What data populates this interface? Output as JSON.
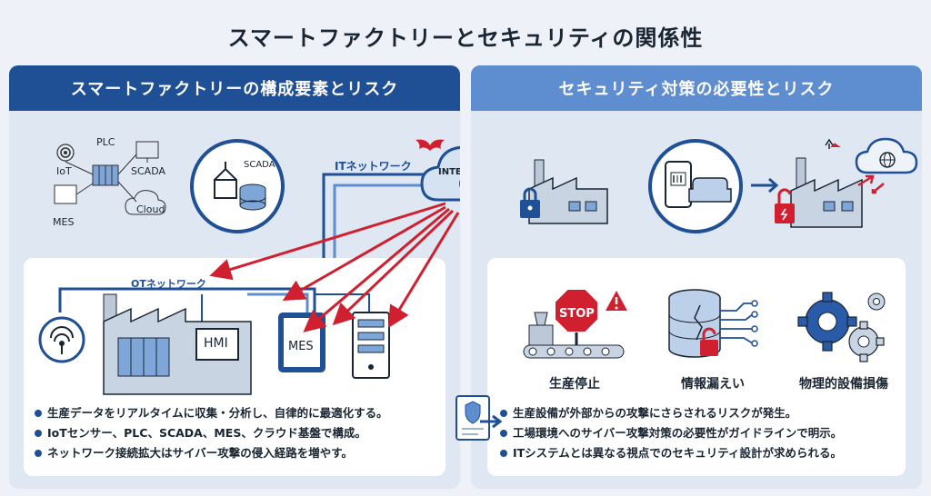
{
  "title": "スマートファクトリーとセキュリティの関係性",
  "left": {
    "header": "スマートファクトリーの構成要素とリスク",
    "components": {
      "plc": "PLC",
      "iot": "IoT",
      "scada": "SCADA",
      "mes": "MES",
      "cloud": "Cloud"
    },
    "scada_circle_label": "SCADA",
    "it_network_label": "ITネットワーク",
    "internet_label": "INTERNET",
    "ot_network_label": "OTネットワーク",
    "hmi_label": "HMI",
    "mes_device_label": "MES",
    "bullets": [
      "生産データをリアルタイムに収集・分析し、自律的に最適化する。",
      "IoTセンサー、PLC、SCADA、MES、クラウド基盤で構成。",
      "ネットワーク接続拡大はサイバー攻撃の侵入経路を増やす。"
    ]
  },
  "right": {
    "header": "セキュリティ対策の必要性とリスク",
    "stop_sign": "STOP",
    "risks": [
      "生産停止",
      "情報漏えい",
      "物理的設備損傷"
    ],
    "bullets": [
      "生産設備が外部からの攻撃にさらされるリスクが発生。",
      "工場環境へのサイバー攻撃対策の必要性がガイドラインで明示。",
      "ITシステムとは異なる視点でのセキュリティ設計が求められる。"
    ]
  },
  "colors": {
    "navy": "#1f4f95",
    "light_blue": "#5e8ed0",
    "attack_red": "#d02030"
  }
}
